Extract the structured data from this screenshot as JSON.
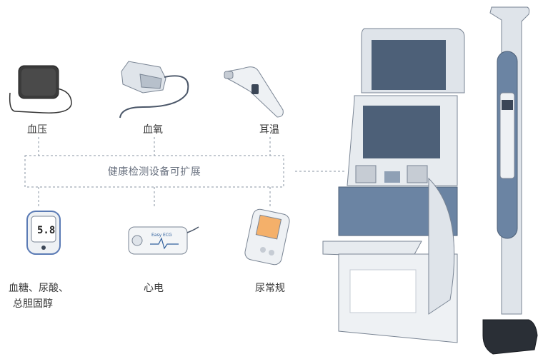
{
  "diagram": {
    "center_label": "健康检测设备可扩展",
    "devices_top": [
      {
        "name": "血压",
        "icon": "blood-pressure-cuff-icon"
      },
      {
        "name": "血氧",
        "icon": "pulse-oximeter-icon"
      },
      {
        "name": "耳温",
        "icon": "ear-thermometer-icon"
      }
    ],
    "devices_bottom": [
      {
        "name_line1": "血糖、尿酸、",
        "name_line2": "总胆固醇",
        "icon": "glucose-meter-icon",
        "screen": "5.8"
      },
      {
        "name": "心电",
        "icon": "ecg-device-icon",
        "screen": "Easy ECG"
      },
      {
        "name": "尿常规",
        "icon": "urine-analyzer-icon"
      }
    ],
    "kiosk_icon": "health-kiosk-icon",
    "scale_icon": "height-weight-scale-icon"
  },
  "colors": {
    "dash": "#7a8594",
    "kiosk_body": "#dfe4ea",
    "kiosk_screen": "#4d6078",
    "accent": "#6b84a3"
  }
}
